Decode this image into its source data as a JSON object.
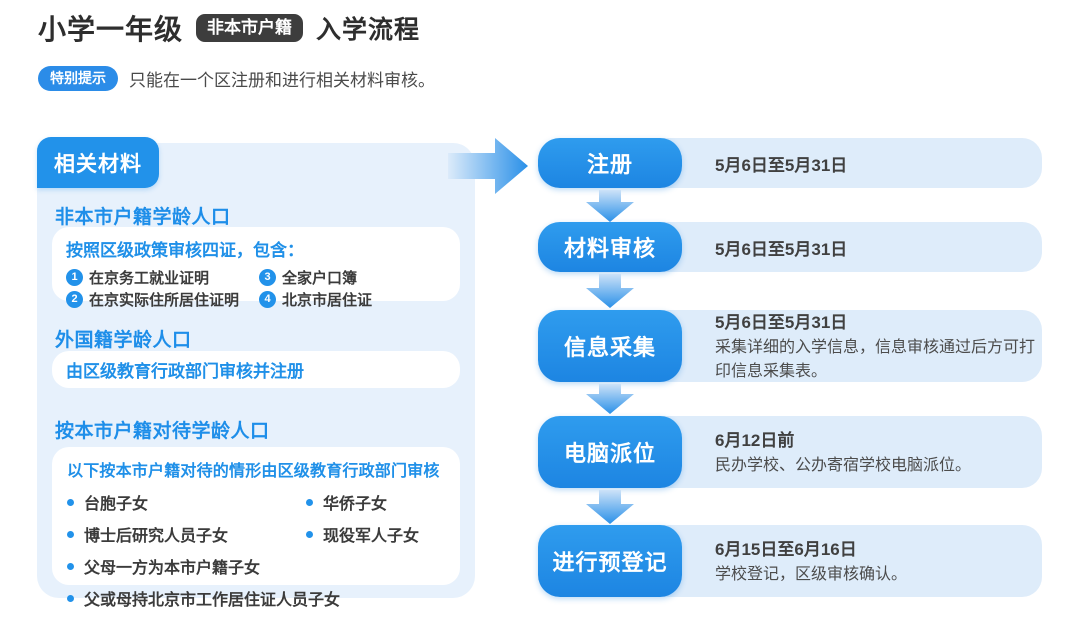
{
  "header": {
    "title_main": "小学一年级",
    "badge": "非本市户籍",
    "title_suffix": "入学流程",
    "tip_label": "特别提示",
    "tip_text": "只能在一个区注册和进行相关材料审核。"
  },
  "materials": {
    "tab": "相关材料",
    "sections": [
      {
        "heading": "非本市户籍学龄人口",
        "box_title": "按照区级政策审核四证，包含：",
        "items": [
          {
            "num": "1",
            "text": "在京务工就业证明"
          },
          {
            "num": "2",
            "text": "在京实际住所居住证明"
          },
          {
            "num": "3",
            "text": "全家户口簿"
          },
          {
            "num": "4",
            "text": "北京市居住证"
          }
        ]
      },
      {
        "heading": "外国籍学龄人口",
        "box_text": "由区级教育行政部门审核并注册"
      },
      {
        "heading": "按本市户籍对待学龄人口",
        "box_title": "以下按本市户籍对待的情形由区级教育行政部门审核",
        "bullets": [
          "台胞子女",
          "华侨子女",
          "博士后研究人员子女",
          "现役军人子女",
          "父母一方为本市户籍子女",
          "父或母持北京市工作居住证人员子女"
        ]
      }
    ]
  },
  "flow": {
    "steps": [
      {
        "label": "注册",
        "date": "5月6日至5月31日",
        "desc": ""
      },
      {
        "label": "材料审核",
        "date": "5月6日至5月31日",
        "desc": ""
      },
      {
        "label": "信息采集",
        "date": "5月6日至5月31日",
        "desc": "采集详细的入学信息，信息审核通过后方可打印信息采集表。"
      },
      {
        "label": "电脑派位",
        "date": "6月12日前",
        "desc": "民办学校、公办寄宿学校电脑派位。"
      },
      {
        "label": "进行预登记",
        "date": "6月15日至6月16日",
        "desc": "学校登记，区级审核确认。"
      }
    ]
  },
  "colors": {
    "accent_blue": "#2292ea",
    "panel_blue": "#e7f1fc",
    "bar_blue": "#deecfa",
    "text_blue": "#2090e8",
    "dark_text": "#3b3b3b",
    "badge_dark": "#3d3d3d"
  }
}
